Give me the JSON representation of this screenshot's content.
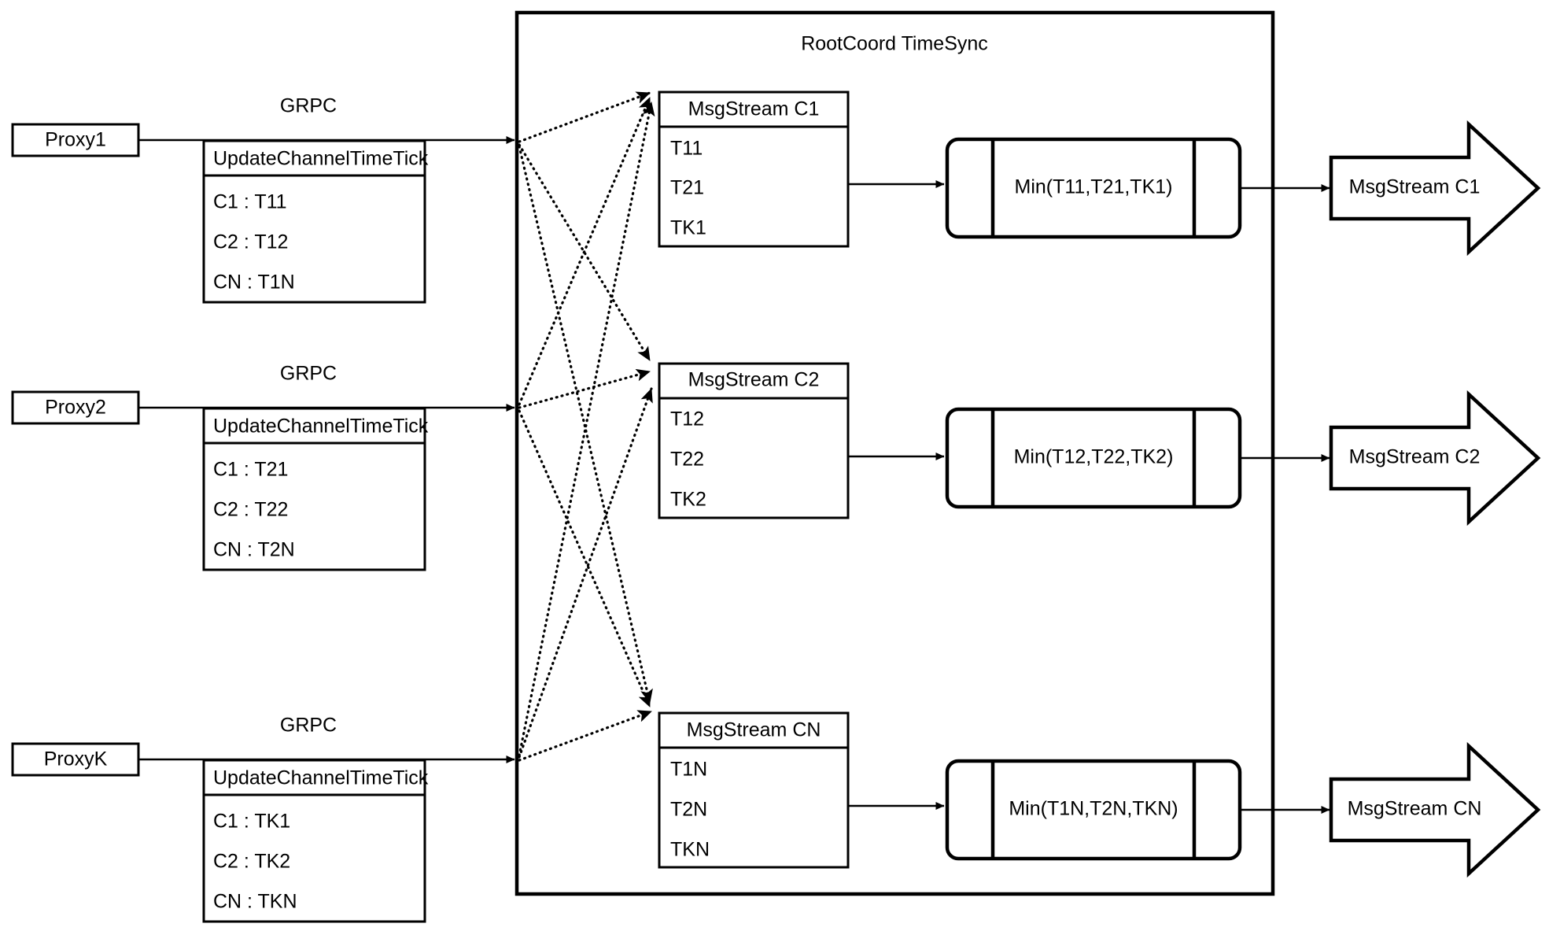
{
  "container": {
    "title": "RootCoord TimeSync"
  },
  "proxies": [
    {
      "name": "Proxy1",
      "protocol_label": "GRPC",
      "request": {
        "header": "UpdateChannelTimeTick",
        "rows": [
          "C1 :  T11",
          "C2 :  T12",
          "CN : T1N"
        ]
      }
    },
    {
      "name": "Proxy2",
      "protocol_label": "GRPC",
      "request": {
        "header": "UpdateChannelTimeTick",
        "rows": [
          "C1 :  T21",
          "C2 :  T22",
          "CN : T2N"
        ]
      }
    },
    {
      "name": "ProxyK",
      "protocol_label": "GRPC",
      "request": {
        "header": "UpdateChannelTimeTick",
        "rows": [
          "C1 :  TK1",
          "C2 :  TK2",
          "CN : TKN"
        ]
      }
    }
  ],
  "channels": [
    {
      "msgstream": {
        "header": "MsgStream C1",
        "rows": [
          "T11",
          "T21",
          "TK1"
        ]
      },
      "process": "Min(T11,T21,TK1)",
      "output": "MsgStream C1"
    },
    {
      "msgstream": {
        "header": "MsgStream C2",
        "rows": [
          "T12",
          "T22",
          "TK2"
        ]
      },
      "process": "Min(T12,T22,TK2)",
      "output": "MsgStream C2"
    },
    {
      "msgstream": {
        "header": "MsgStream CN",
        "rows": [
          "T1N",
          "T2N",
          "TKN"
        ]
      },
      "process": "Min(T1N,T2N,TKN)",
      "output": "MsgStream CN"
    }
  ],
  "colors": {
    "stroke": "#000000",
    "background": "#ffffff"
  }
}
